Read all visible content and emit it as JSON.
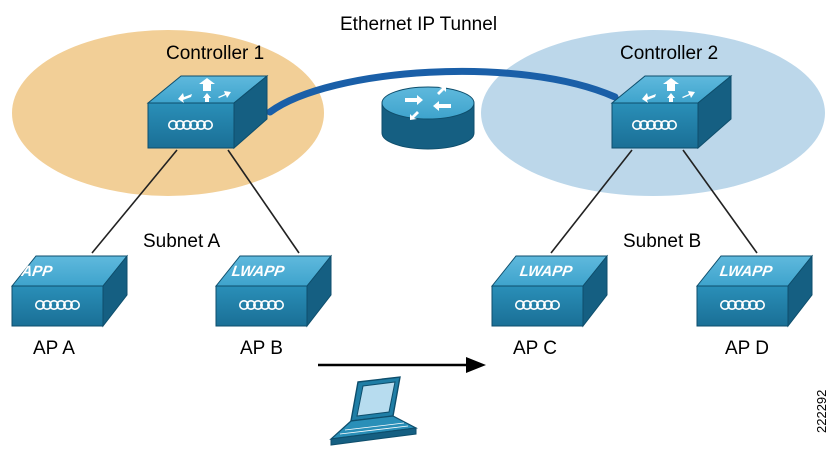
{
  "labels": {
    "tunnel": "Ethernet IP Tunnel",
    "controller1": "Controller 1",
    "controller2": "Controller 2",
    "subnet_a": "Subnet A",
    "subnet_b": "Subnet B",
    "ap_a": "AP A",
    "ap_b": "AP B",
    "ap_c": "AP C",
    "ap_d": "AP D",
    "ap_badge": "LWAPP",
    "figure_id": "222292"
  },
  "colors": {
    "subnet_a_fill": "#f2cf97",
    "subnet_b_fill": "#bcd7ea",
    "device_blue": "#1f7ea6",
    "tunnel_blue": "#1a5fa8"
  }
}
